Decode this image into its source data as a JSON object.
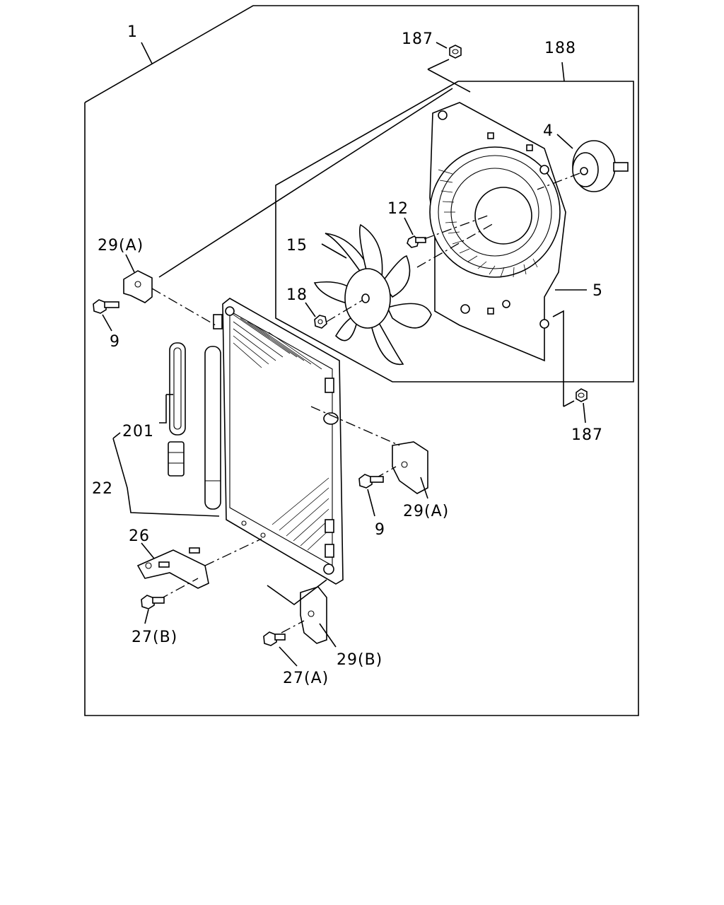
{
  "labels": {
    "assembly": "1",
    "nut_top": "187",
    "shroud_group": "188",
    "motor": "4",
    "screw": "12",
    "fan": "15",
    "shroud": "5",
    "bracket_left": "29(A)",
    "bracket_right": "29(A)",
    "fan_nut": "18",
    "bolt_left": "9",
    "bolt_right": "9",
    "nut_bottom": "187",
    "desiccant": "201",
    "condenser": "22",
    "lower_bracket": "26",
    "bolt_27b": "27(B)",
    "bracket_29b": "29(B)",
    "bolt_27a": "27(A)"
  }
}
